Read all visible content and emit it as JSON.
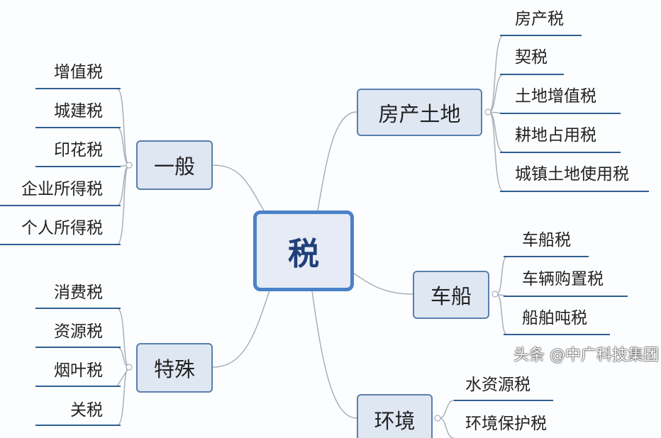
{
  "center": "税",
  "branches": {
    "general": {
      "label": "一般",
      "items": [
        "增值税",
        "城建税",
        "印花税",
        "企业所得税",
        "个人所得税"
      ]
    },
    "special": {
      "label": "特殊",
      "items": [
        "消费税",
        "资源税",
        "烟叶税",
        "关税"
      ]
    },
    "property": {
      "label": "房产土地",
      "items": [
        "房产税",
        "契税",
        "土地增值税",
        "耕地占用税",
        "城镇土地使用税"
      ]
    },
    "vehicle": {
      "label": "车船",
      "items": [
        "车船税",
        "车辆购置税",
        "船舶吨税"
      ]
    },
    "environment": {
      "label": "环境",
      "items": [
        "水资源税",
        "环境保护税"
      ]
    }
  },
  "watermark": "头条 @中广科技集团",
  "colors": {
    "underline": "#2f5f93",
    "connector": "#a9b0bb",
    "center_border": "#4a82c9"
  }
}
